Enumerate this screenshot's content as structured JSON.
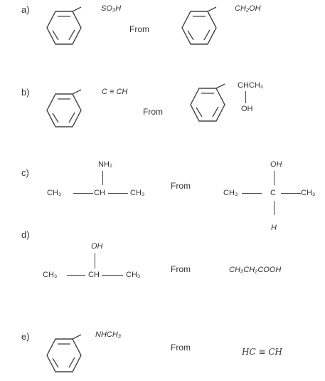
{
  "from_label": "From",
  "a": {
    "label": "a)",
    "target_substituent": "SO₃H",
    "source_substituent": "CH₂OH"
  },
  "b": {
    "label": "b)",
    "target_substituent": "C ≡ CH",
    "source_top": "CHCH₃",
    "source_bottom": "OH"
  },
  "c": {
    "label": "c)",
    "target": {
      "top": "NH₂",
      "left": "CH₃",
      "center": "CH",
      "right": "CH₃"
    },
    "source": {
      "top": "OH",
      "left": "CH₃",
      "center": "C",
      "right": "CH₃",
      "bottom": "H"
    }
  },
  "d": {
    "label": "d)",
    "target": {
      "top": "OH",
      "left": "CH₃",
      "center": "CH",
      "right": "CH₃"
    },
    "source": "CH₃CH₂COOH"
  },
  "e": {
    "label": "e)",
    "target_substituent": "NHCH₃",
    "source": "HC  ≡  CH"
  }
}
